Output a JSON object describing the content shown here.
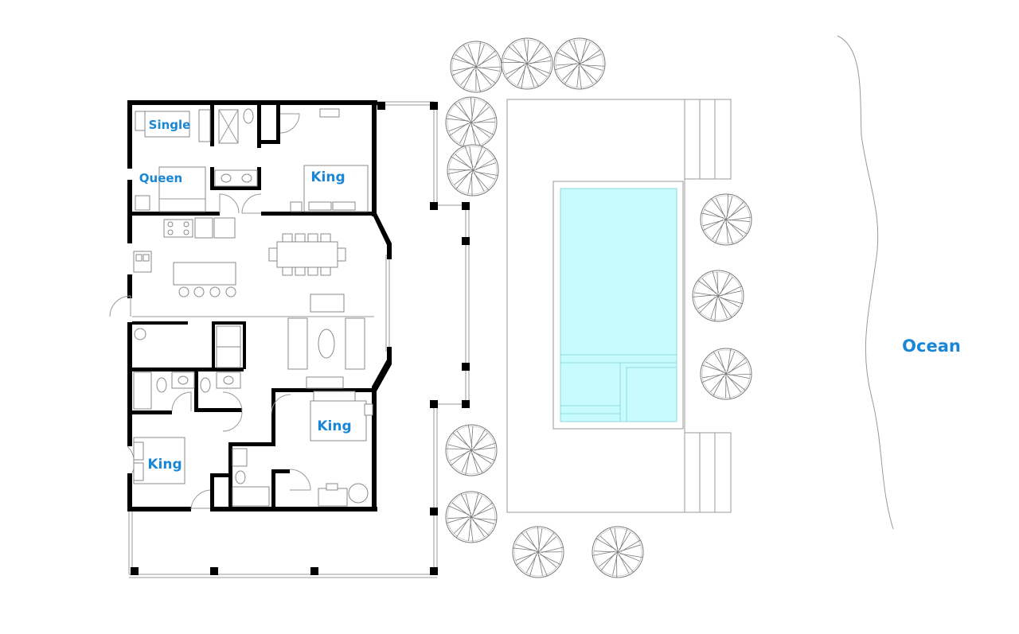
{
  "labels": {
    "single": "Single",
    "queen": "Queen",
    "king_top": "King",
    "king_mid": "King",
    "king_bottom": "King",
    "ocean": "Ocean"
  },
  "colors": {
    "label": "#1a86d6",
    "pool_water": "#c8fbfd",
    "pool_water_edge": "#8ed9e0",
    "wall": "#000000",
    "line": "#9a9a9a"
  }
}
